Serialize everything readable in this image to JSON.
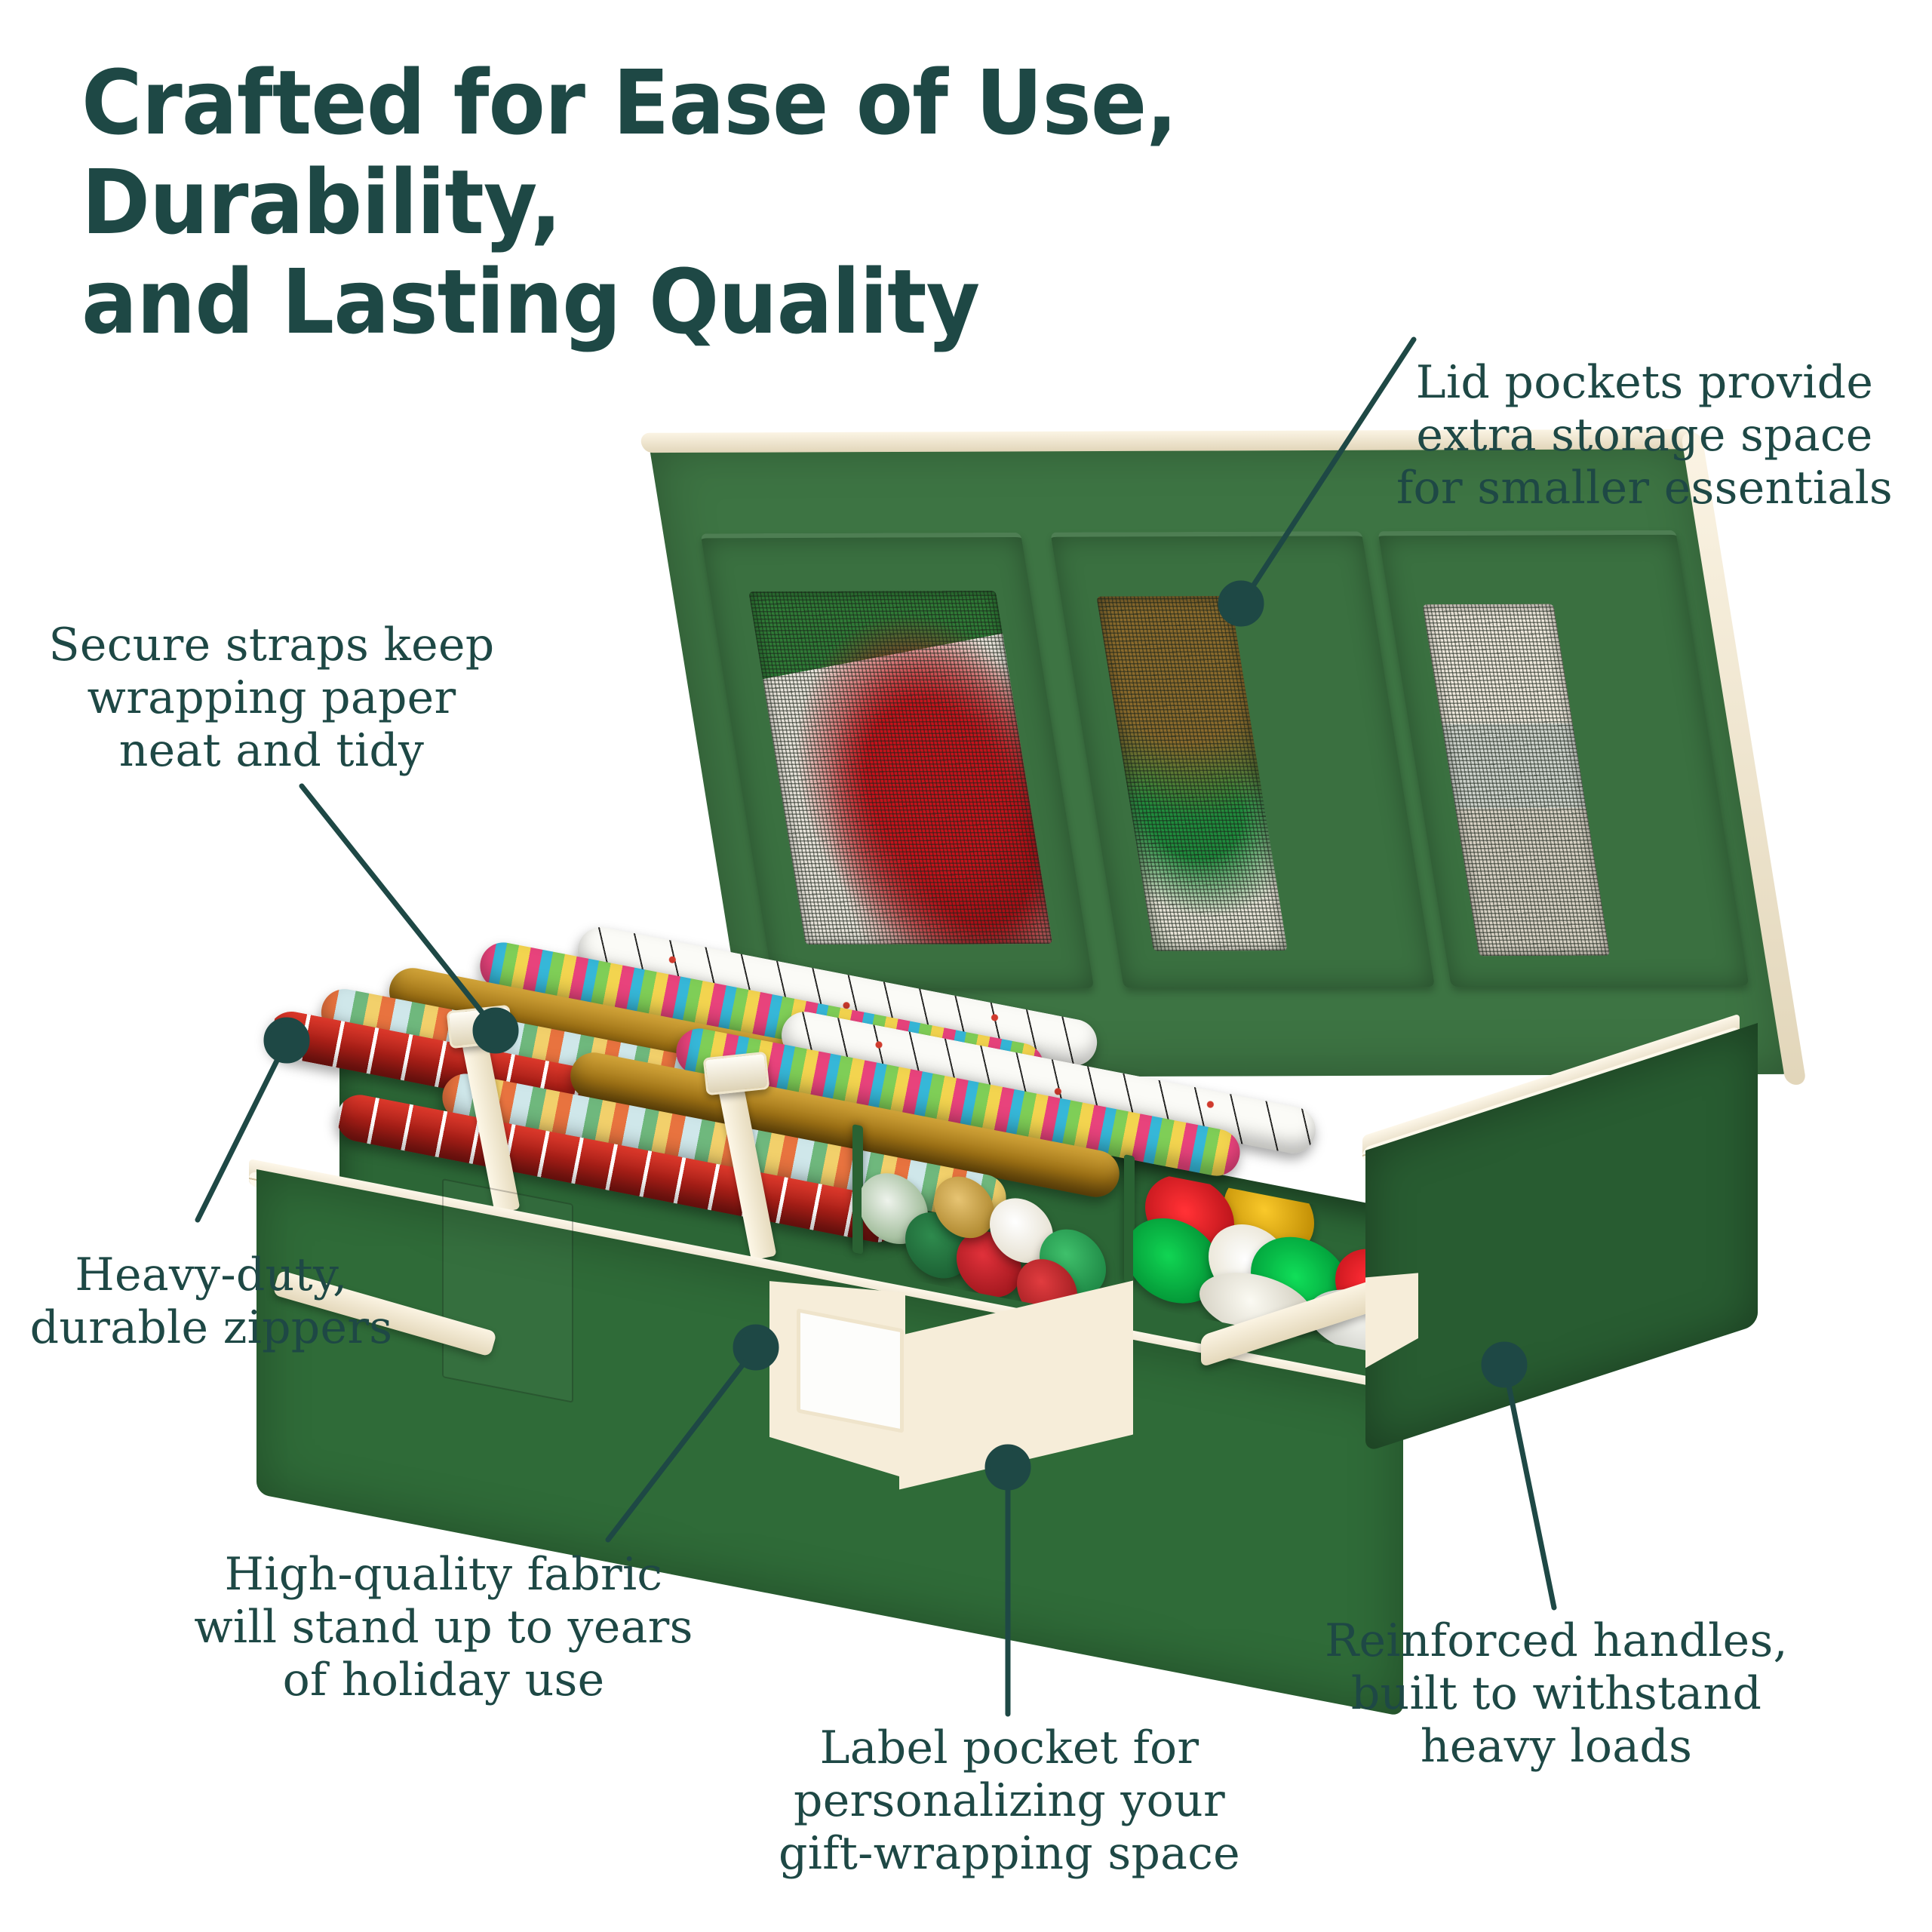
{
  "theme": {
    "ink": "#1e4845",
    "background": "#ffffff",
    "fabric_green": "#2f6b38",
    "lid_green": "#3d7443",
    "trim_cream": "#f4ecd8"
  },
  "header": {
    "title_line1": "Crafted for Ease of Use, Durability,",
    "title_line2": "and Lasting Quality"
  },
  "callouts": [
    {
      "id": "lid-pockets",
      "lines": [
        "Lid pockets provide",
        "extra storage space",
        "for smaller essentials"
      ]
    },
    {
      "id": "secure-straps",
      "lines": [
        "Secure straps keep",
        "wrapping paper",
        "neat and tidy"
      ]
    },
    {
      "id": "heavy-duty-zippers",
      "lines": [
        "Heavy-duty,",
        "durable zippers"
      ]
    },
    {
      "id": "high-quality-fabric",
      "lines": [
        "High-quality fabric",
        "will stand up to years",
        "of holiday use"
      ]
    },
    {
      "id": "label-pocket",
      "lines": [
        "Label pocket for",
        "personalizing your",
        "gift-wrapping space"
      ]
    },
    {
      "id": "reinforced-handles",
      "lines": [
        "Reinforced handles,",
        "built to withstand",
        "heavy loads"
      ]
    }
  ],
  "product": {
    "name": "christmas-gift-wrap-storage-box",
    "lid": {
      "pockets": [
        {
          "contents": "red-bow-and-wrapping-paper"
        },
        {
          "contents": "gold-and-green-ribbon-curls"
        },
        {
          "contents": "tape-rolls-and-gift-tags"
        }
      ]
    },
    "base": {
      "wrapping_paper_rolls": [
        "red-plaid",
        "pastel-houses",
        "gold-foil",
        "multicolor-stripes",
        "white-branches"
      ],
      "straps": 2,
      "compartments": [
        "ribbon-spools",
        "gift-bows"
      ],
      "ribbon_spool_colors": [
        "#1f6b3a",
        "#c8252c",
        "#fdfaf0",
        "#c79a3c",
        "#2f9152"
      ],
      "bow_colors": [
        "#16a34a",
        "#d12026",
        "#f6f3e8",
        "#d8a92b",
        "#cfd3d6"
      ],
      "handles": 2,
      "label_pocket_visible": true,
      "zipper_color": "#f4ecd8"
    }
  }
}
